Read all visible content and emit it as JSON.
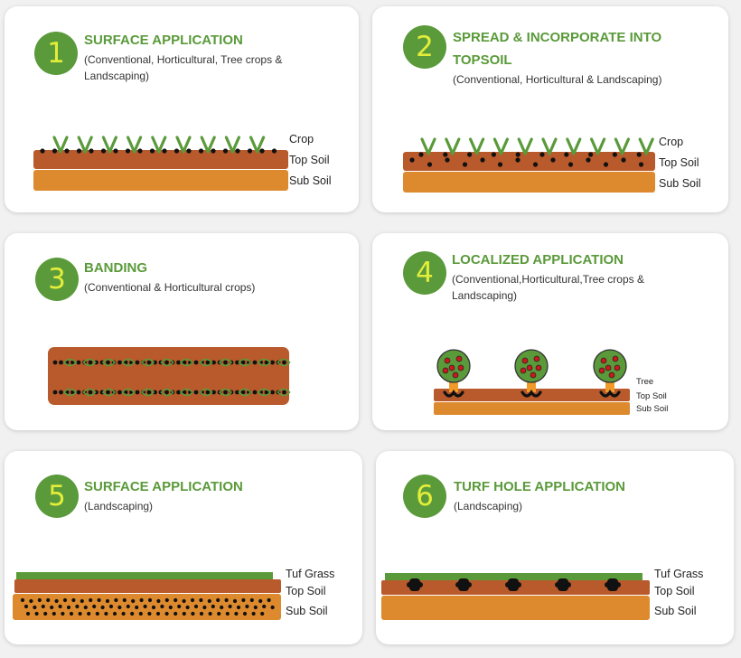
{
  "colors": {
    "accent_green": "#5a9a3a",
    "number_yellow": "#e4ee3a",
    "top_soil": "#b85a2c",
    "sub_soil": "#dd8a2e",
    "grass": "#5a9a3a",
    "fertilizer": "#111111",
    "tree_fruit": "#c8191e",
    "trunk": "#f09a2a"
  },
  "cards": [
    {
      "number": "1",
      "title": "SURFACE APPLICATION",
      "subtitle": "(Conventional, Horticultural, Tree crops & Landscaping)",
      "labels": [
        "Crop",
        "Top Soil",
        "Sub Soil"
      ]
    },
    {
      "number": "2",
      "title": "SPREAD & INCORPORATE INTO TOPSOIL",
      "subtitle": "(Conventional, Horticultural & Landscaping)",
      "labels": [
        "Crop",
        "Top Soil",
        "Sub Soil"
      ]
    },
    {
      "number": "3",
      "title": "BANDING",
      "subtitle": "(Conventional & Horticultural crops)",
      "labels": []
    },
    {
      "number": "4",
      "title": "LOCALIZED APPLICATION",
      "subtitle": "(Conventional,Horticultural,Tree crops & Landscaping)",
      "labels": [
        "Tree",
        "Top Soil",
        "Sub Soil"
      ]
    },
    {
      "number": "5",
      "title": "SURFACE APPLICATION",
      "subtitle": "(Landscaping)",
      "labels": [
        "Tuf Grass",
        "Top Soil",
        "Sub Soil"
      ]
    },
    {
      "number": "6",
      "title": "TURF HOLE APPLICATION",
      "subtitle": "(Landscaping)",
      "labels": [
        "Tuf Grass",
        "Top Soil",
        "Sub Soil"
      ]
    }
  ]
}
